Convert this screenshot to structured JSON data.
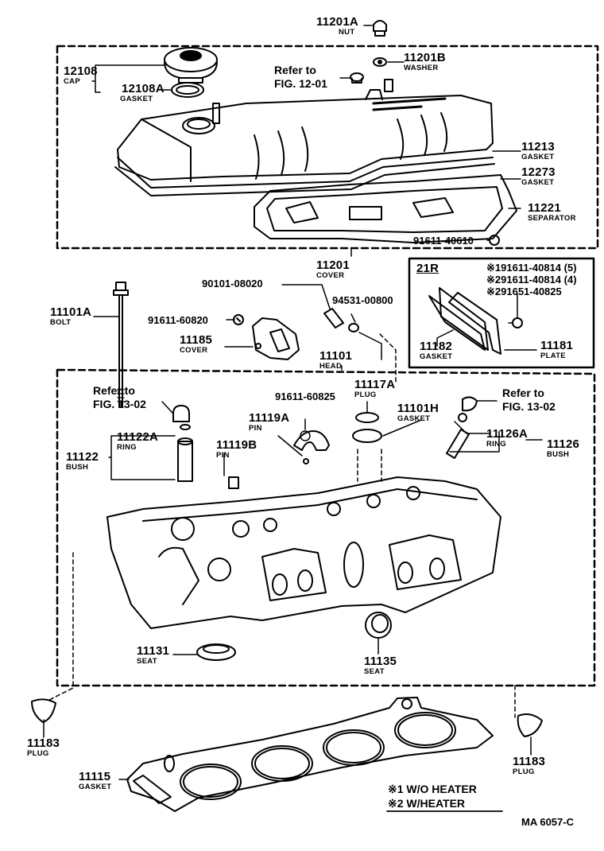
{
  "diagram": {
    "figure_code": "MA 6057-C",
    "variant_box_title": "21R",
    "legend": [
      {
        "mark": "※1",
        "text": "W/O HEATER"
      },
      {
        "mark": "※2",
        "text": "W/HEATER"
      }
    ],
    "references": {
      "fig_12_01": {
        "line1": "Refer to",
        "line2": "FIG. 12-01"
      },
      "fig_13_02_left": {
        "line1": "Refer to",
        "line2": "FIG. 13-02"
      },
      "fig_13_02_right": {
        "line1": "Refer to",
        "line2": "FIG. 13-02"
      }
    },
    "parts": {
      "p11201A": {
        "number": "11201A",
        "name": "NUT"
      },
      "p12108": {
        "number": "12108",
        "name": "CAP"
      },
      "p12108A": {
        "number": "12108A",
        "name": "GASKET"
      },
      "p11201B": {
        "number": "11201B",
        "name": "WASHER"
      },
      "p11213": {
        "number": "11213",
        "name": "GASKET"
      },
      "p12273": {
        "number": "12273",
        "name": "GASKET"
      },
      "p11221": {
        "number": "11221",
        "name": "SEPARATOR"
      },
      "p91611_40610": {
        "number": "91611-40610"
      },
      "p11201": {
        "number": "11201",
        "name": "COVER"
      },
      "p11101A": {
        "number": "11101A",
        "name": "BOLT"
      },
      "p90101_08020": {
        "number": "90101-08020"
      },
      "p91611_60820": {
        "number": "91611-60820"
      },
      "p94531_00800": {
        "number": "94531-00800"
      },
      "p11185": {
        "number": "11185",
        "name": "COVER"
      },
      "p11101": {
        "number": "11101",
        "name": "HEAD"
      },
      "p91611_40814_1": {
        "number": "※191611-40814 (5)"
      },
      "p91611_40814_2": {
        "number": "※291611-40814 (4)"
      },
      "p91651_40825": {
        "number": "※291651-40825"
      },
      "p11182": {
        "number": "11182",
        "name": "GASKET"
      },
      "p11181": {
        "number": "11181",
        "name": "PLATE"
      },
      "p11117A": {
        "number": "11117A",
        "name": "PLUG"
      },
      "p91611_60825": {
        "number": "91611-60825"
      },
      "p11119A": {
        "number": "11119A",
        "name": "PIN"
      },
      "p11101H": {
        "number": "11101H",
        "name": "GASKET"
      },
      "p11122A": {
        "number": "11122A",
        "name": "RING"
      },
      "p11122": {
        "number": "11122",
        "name": "BUSH"
      },
      "p11119B": {
        "number": "11119B",
        "name": "PIN"
      },
      "p11126A": {
        "number": "11126A",
        "name": "RING"
      },
      "p11126": {
        "number": "11126",
        "name": "BUSH"
      },
      "p11131": {
        "number": "11131",
        "name": "SEAT"
      },
      "p11135": {
        "number": "11135",
        "name": "SEAT"
      },
      "p11183_left": {
        "number": "11183",
        "name": "PLUG"
      },
      "p11183_right": {
        "number": "11183",
        "name": "PLUG"
      },
      "p11115": {
        "number": "11115",
        "name": "GASKET"
      }
    }
  }
}
